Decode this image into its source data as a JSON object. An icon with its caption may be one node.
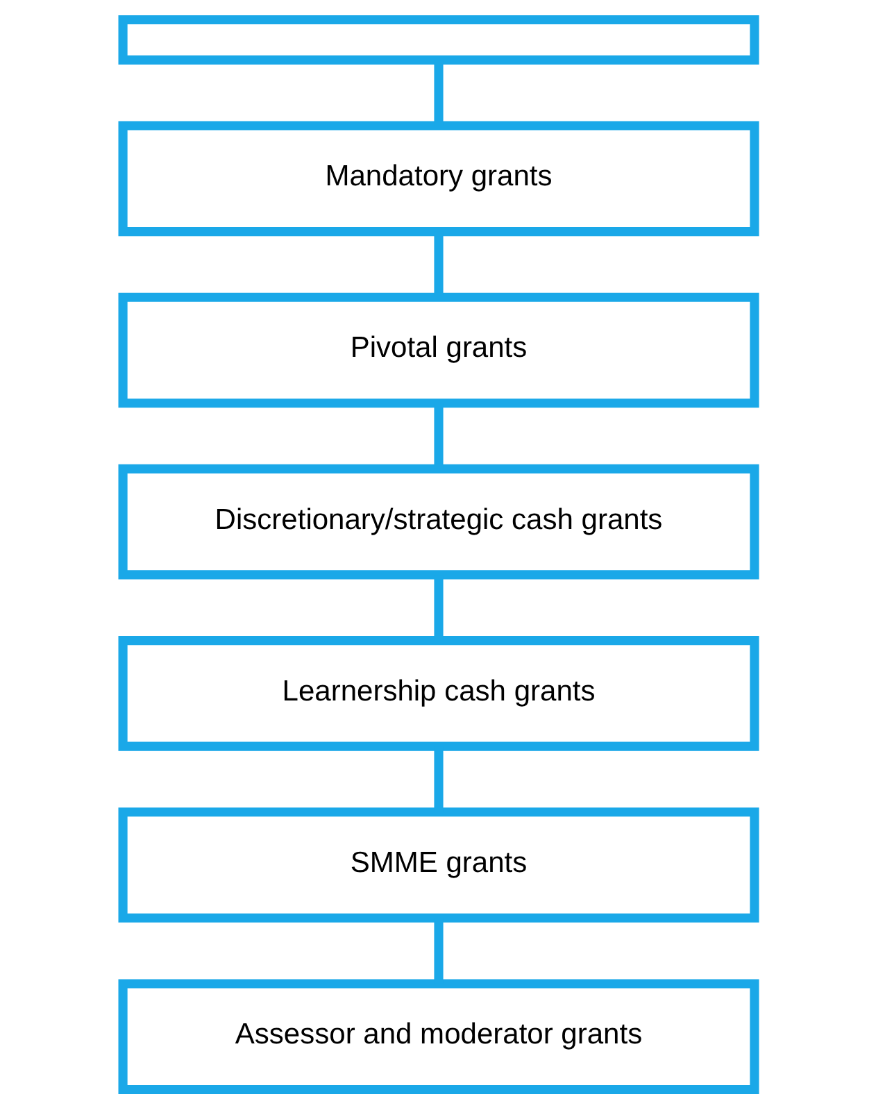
{
  "diagram": {
    "nodes": [
      {
        "text": [],
        "shape": "box"
      },
      {
        "text": [
          "Mandatory grants"
        ]
      },
      {
        "text": [
          "Pivotal grants"
        ]
      },
      {
        "text": [
          "Discretionary/strategic cash grants"
        ]
      },
      {
        "text": [
          "Learnership cash grants"
        ]
      },
      {
        "text": [
          "SMME grants"
        ]
      },
      {
        "text": [
          "Assessor and moderator grants"
        ]
      }
    ],
    "edges": [
      {
        "from": 0,
        "to": 1,
        "arrow": "none"
      },
      {
        "from": 1,
        "to": 2,
        "arrow": "none"
      },
      {
        "from": 2,
        "to": 3,
        "arrow": "none"
      },
      {
        "from": 3,
        "to": 4,
        "arrow": "none"
      },
      {
        "from": 4,
        "to": 5,
        "arrow": "none"
      },
      {
        "from": 5,
        "to": 6,
        "arrow": "none"
      }
    ]
  }
}
